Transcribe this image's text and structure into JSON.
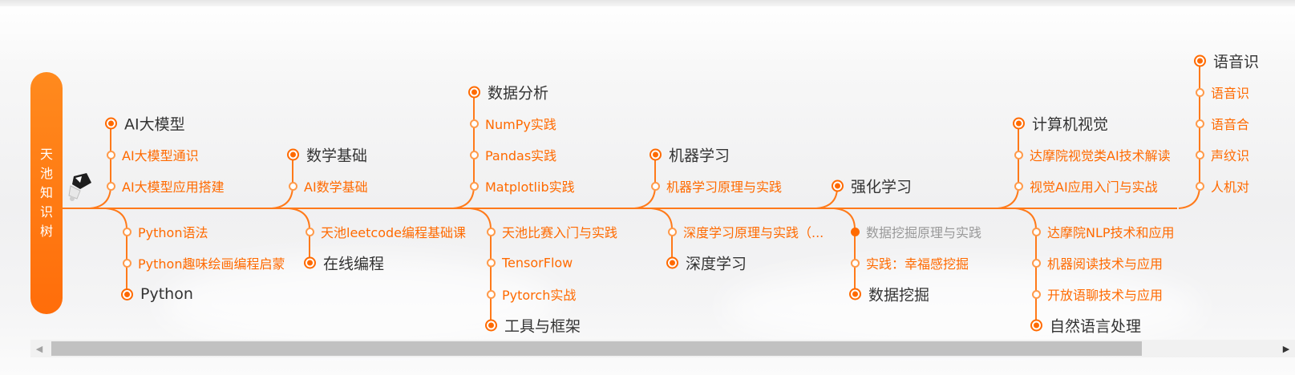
{
  "root": {
    "label": "天池知识树"
  },
  "colors": {
    "accent": "#ff6a00",
    "text": "#333333",
    "muted": "#999999"
  },
  "icons": {
    "mascot": "robot-mascot-icon",
    "scroll_left": "triangle-left-icon",
    "scroll_right": "triangle-right-icon"
  },
  "scrollbar": {
    "left_glyph": "◀",
    "right_glyph": "▶"
  },
  "upper": [
    {
      "title": "AI大模型",
      "items": [
        "AI大模型通识",
        "AI大模型应用搭建"
      ]
    },
    {
      "title": "数学基础",
      "items": [
        "AI数学基础"
      ]
    },
    {
      "title": "数据分析",
      "items": [
        "NumPy实践",
        "Pandas实践",
        "Matplotlib实践"
      ]
    },
    {
      "title": "机器学习",
      "items": [
        "机器学习原理与实践"
      ]
    },
    {
      "title": "强化学习",
      "items": []
    },
    {
      "title": "计算机视觉",
      "items": [
        "达摩院视觉类AI技术解读",
        "视觉AI应用入门与实战"
      ]
    },
    {
      "title": "语音识",
      "items": [
        "语音识",
        "语音合",
        "声纹识",
        "人机对"
      ]
    }
  ],
  "lower": [
    {
      "title": "Python",
      "items": [
        "Python语法",
        "Python趣味绘画编程启蒙"
      ]
    },
    {
      "title": "在线编程",
      "items": [
        "天池leetcode编程基础课"
      ]
    },
    {
      "title": "工具与框架",
      "items": [
        "天池比赛入门与实践",
        "TensorFlow",
        "Pytorch实战"
      ]
    },
    {
      "title": "深度学习",
      "items": [
        "深度学习原理与实践（..."
      ]
    },
    {
      "title": "数据挖掘",
      "items": [
        "数据挖掘原理与实践",
        "实践：幸福感挖掘"
      ]
    },
    {
      "title": "自然语言处理",
      "items": [
        "达摩院NLP技术和应用",
        "机器阅读技术与应用",
        "开放语聊技术与应用"
      ]
    }
  ]
}
